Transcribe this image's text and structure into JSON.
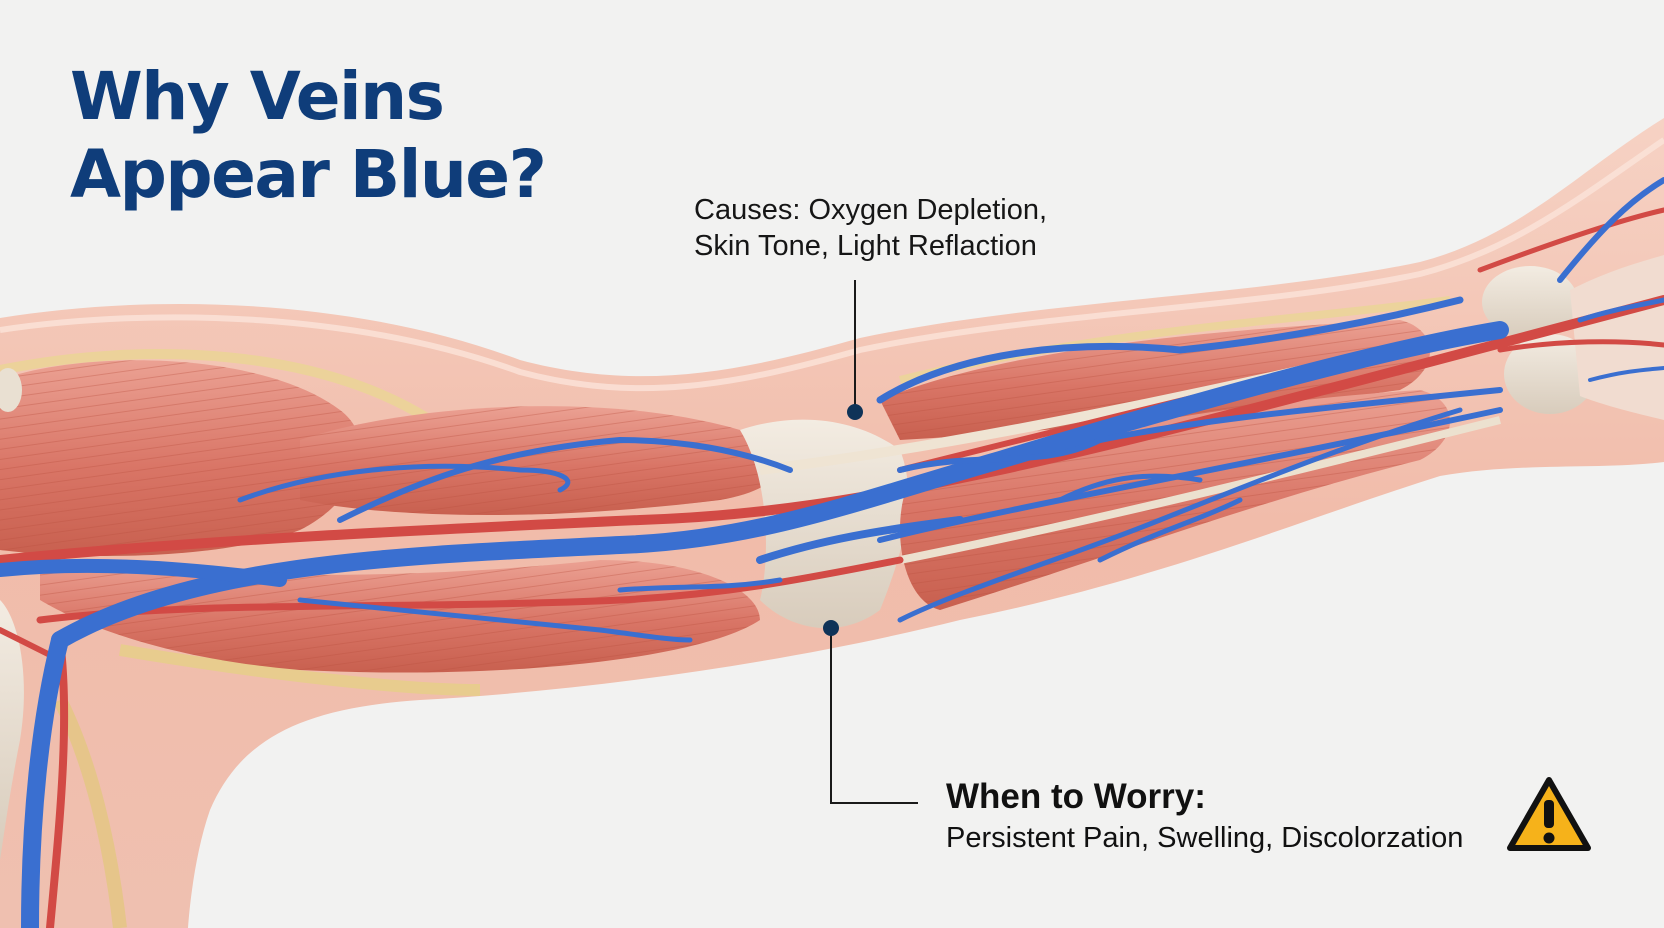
{
  "title": {
    "line1": "Why Veins",
    "line2": "Appear Blue?"
  },
  "callouts": {
    "causes": {
      "line1": "Causes: Oxygen Depletion,",
      "line2": "Skin Tone, Light Reflaction"
    },
    "worry": {
      "heading": "When to Worry:",
      "text": "Persistent Pain, Swelling, Discolorzation",
      "icon": "warning-icon"
    }
  },
  "colors": {
    "title": "#0f3d7a",
    "vein": "#3a6fd0",
    "artery": "#d24a45",
    "muscle": "#df8a7c",
    "skin": "#f3c6b6",
    "tendon": "#e7dccb",
    "marker": "#0f3358",
    "warning": "#f6b21a"
  }
}
